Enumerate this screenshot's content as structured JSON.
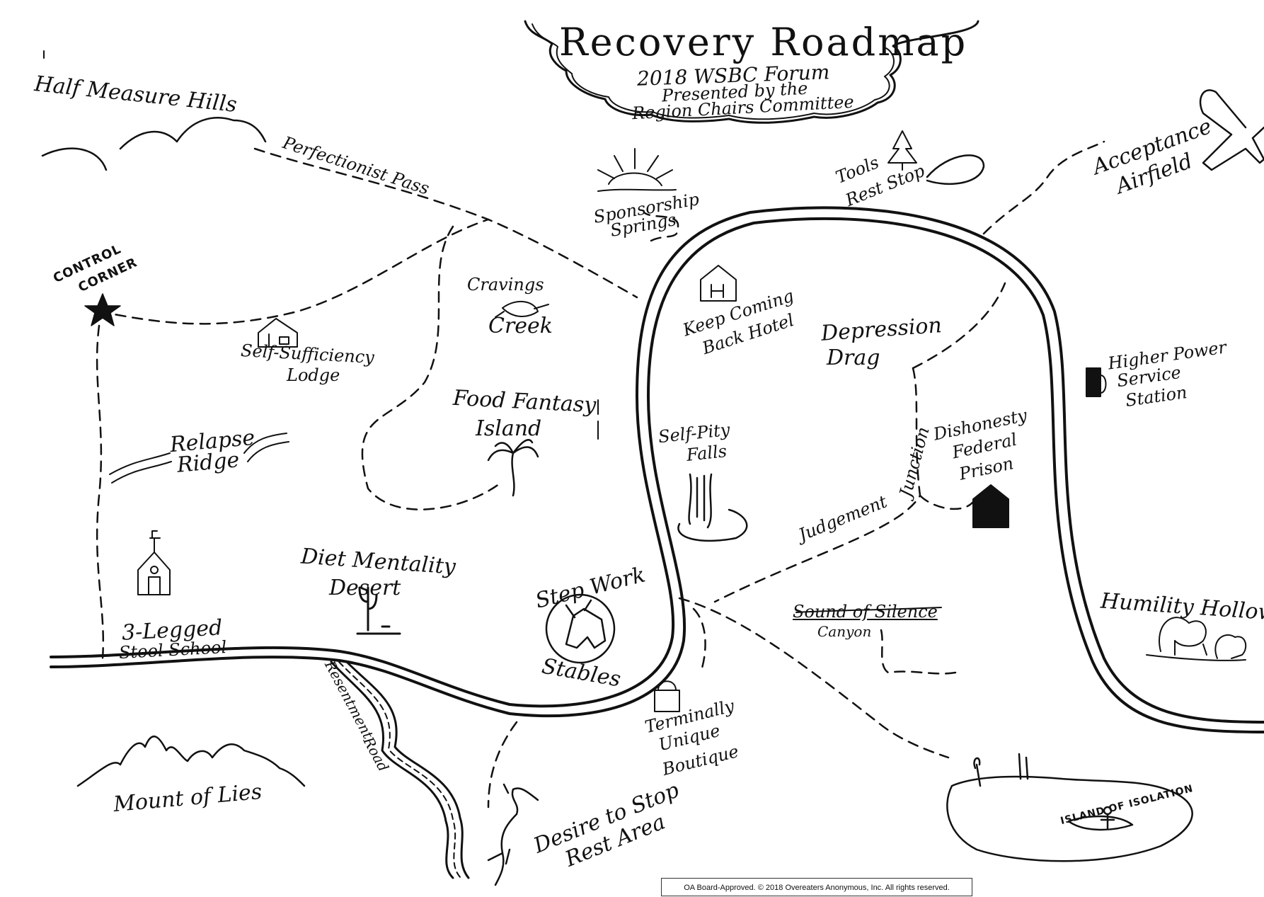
{
  "title": {
    "main": "Recovery Roadmap",
    "line1": "2018 WSBC Forum",
    "line2": "Presented by the",
    "line3": "Region Chairs Committee"
  },
  "places": {
    "half_measure_hills": "Half Measure Hills",
    "perfectionist_pass": "Perfectionist Pass",
    "control_corner_1": "CONTROL",
    "control_corner_2": "CORNER",
    "self_sufficiency_1": "Self-Sufficiency",
    "self_sufficiency_2": "Lodge",
    "cravings_1": "Cravings",
    "cravings_2": "Creek",
    "food_fantasy_1": "Food Fantasy",
    "food_fantasy_2": "Island",
    "relapse_1": "Relapse",
    "relapse_2": "Ridge",
    "diet_mentality_1": "Diet Mentality",
    "diet_mentality_2": "Desert",
    "three_legged_1": "3-Legged",
    "three_legged_2": "Stool School",
    "step_work_1": "Step Work",
    "step_work_2": "Stables",
    "resentment_1": "Resentment",
    "resentment_2": "Road",
    "mount_of_lies": "Mount of Lies",
    "desire_1": "Desire to Stop",
    "desire_2": "Rest Area",
    "sponsorship_1": "Sponsorship",
    "sponsorship_2": "Springs",
    "tools_1": "Tools",
    "tools_2": "Rest Stop",
    "acceptance_1": "Acceptance",
    "acceptance_2": "Airfield",
    "keep_coming_1": "Keep Coming",
    "keep_coming_2": "Back Hotel",
    "depression_1": "Depression",
    "depression_2": "Drag",
    "higher_power_1": "Higher Power",
    "higher_power_2": "Service",
    "higher_power_3": "Station",
    "self_pity_1": "Self-Pity",
    "self_pity_2": "Falls",
    "dishonesty_1": "Dishonesty",
    "dishonesty_2": "Federal",
    "dishonesty_3": "Prison",
    "judgement_junction_1": "Judgement",
    "judgement_junction_2": "Junction",
    "sound_of_silence_1": "Sound of Silence",
    "sound_of_silence_2": "Canyon",
    "terminally_1": "Terminally",
    "terminally_2": "Unique",
    "terminally_3": "Boutique",
    "humility_hollow": "Humility Hollow",
    "island_of_isolation": "ISLAND OF ISOLATION"
  },
  "icons": {
    "star": "star-icon",
    "airplane": "airplane-icon",
    "sun": "sunrise-icon",
    "tree": "pine-tree-icon",
    "cabin": "cabin-icon",
    "hotel": "hotel-icon",
    "school": "schoolhouse-icon",
    "palm": "palm-tree-icon",
    "cactus": "cactus-icon",
    "horse": "horse-icon",
    "waterfall": "waterfall-icon",
    "prison": "prison-icon",
    "gas_pump": "gas-pump-icon",
    "boutique": "bag-icon",
    "bird": "bird-icon",
    "fish": "fish-icon",
    "mountains": "mountains-icon",
    "bushes": "bushes-icon"
  },
  "footer": {
    "copyright": "OA Board-Approved. © 2018 Overeaters Anonymous, Inc.  All rights reserved."
  },
  "colors": {
    "ink": "#111111",
    "paper": "#ffffff"
  }
}
